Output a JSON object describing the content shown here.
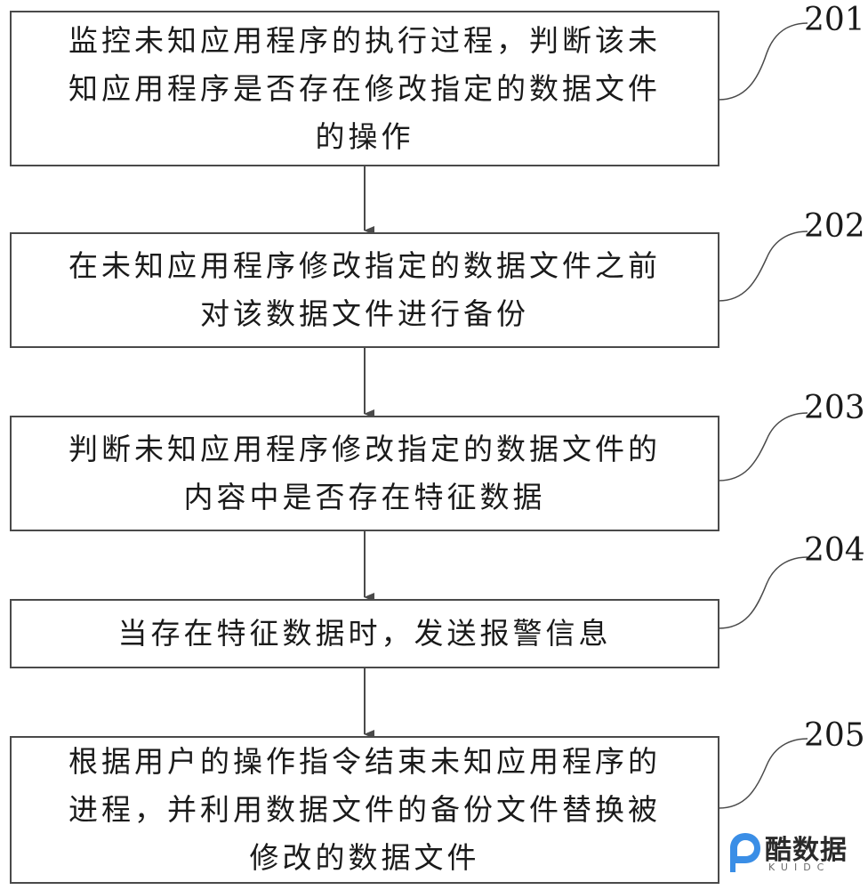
{
  "steps": [
    {
      "number": "201",
      "lines": [
        "监控未知应用程序的执行过程，判断该未",
        "知应用程序是否存在修改指定的数据文件",
        "的操作"
      ]
    },
    {
      "number": "202",
      "lines": [
        "在未知应用程序修改指定的数据文件之前",
        "对该数据文件进行备份"
      ]
    },
    {
      "number": "203",
      "lines": [
        "判断未知应用程序修改指定的数据文件的",
        "内容中是否存在特征数据"
      ]
    },
    {
      "number": "204",
      "lines": [
        "当存在特征数据时，发送报警信息"
      ]
    },
    {
      "number": "205",
      "lines": [
        "根据用户的操作指令结束未知应用程序的",
        "进程，并利用数据文件的备份文件替换被",
        "修改的数据文件"
      ]
    }
  ],
  "watermark": {
    "title": "酷数据",
    "subtitle": "KUIDC"
  },
  "colors": {
    "line": "#4a4a4a",
    "text": "#1a1a1a",
    "watermark_icon": "#3a8ee6"
  }
}
